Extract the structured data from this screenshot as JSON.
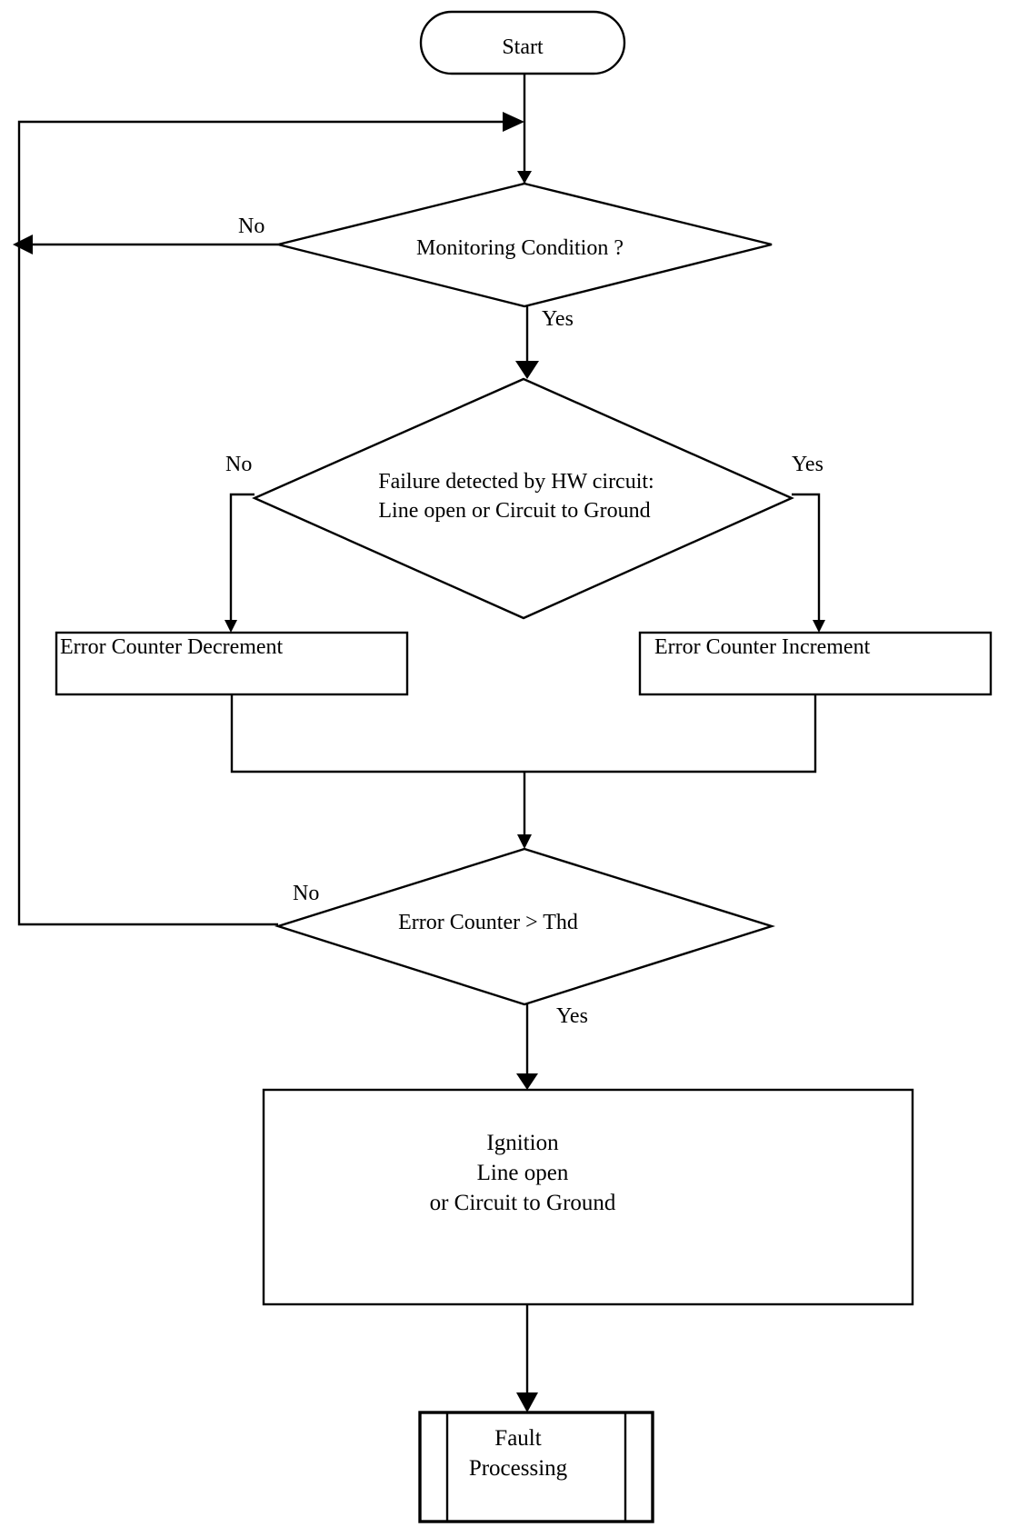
{
  "start": {
    "label": "Start"
  },
  "monitoring": {
    "label": "Monitoring Condition ?",
    "no_label": "No",
    "yes_label": "Yes"
  },
  "failure": {
    "line1": "Failure detected by HW circuit:",
    "line2": "Line open or Circuit to Ground",
    "no_label": "No",
    "yes_label": "Yes"
  },
  "decrement": {
    "label": "Error Counter Decrement"
  },
  "increment": {
    "label": "Error Counter Increment"
  },
  "threshold": {
    "label": "Error Counter >  Thd",
    "no_label": "No",
    "yes_label": "Yes"
  },
  "ignition": {
    "line1": "Ignition",
    "line2": "Line open",
    "line3": "or Circuit to Ground"
  },
  "fault": {
    "line1": "Fault",
    "line2": "Processing"
  }
}
